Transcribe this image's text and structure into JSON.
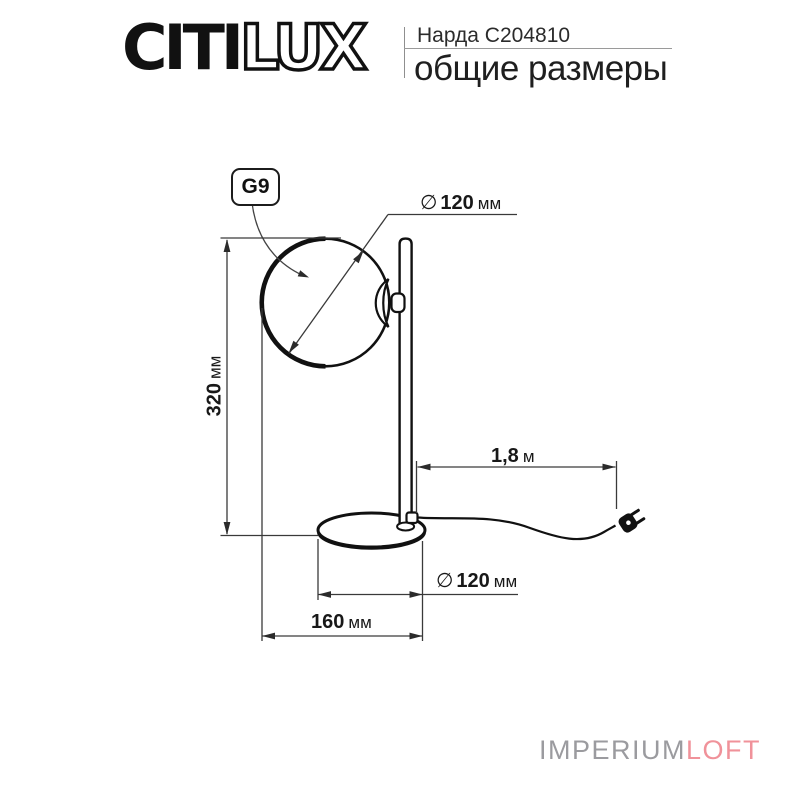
{
  "header": {
    "brand": {
      "part1": "CITI",
      "part2": "LUX"
    },
    "product_name": "Нарда C204810",
    "subtitle": "общие размеры"
  },
  "drawing": {
    "socket_label": "G9",
    "shade_diameter": {
      "symbol": "∅",
      "value": "120",
      "unit": "мм"
    },
    "height": {
      "value": "320",
      "unit": "мм"
    },
    "cord_length": {
      "value": "1,8",
      "unit": "м"
    },
    "base_diameter": {
      "symbol": "∅",
      "value": "120",
      "unit": "мм"
    },
    "base_width": {
      "value": "160",
      "unit": "мм"
    }
  },
  "watermark": {
    "part1": "IMPERIUM",
    "part2": "LOFT"
  },
  "colors": {
    "drawing_line": "#111111",
    "dimension_line": "#3a3a3a",
    "watermark_gray": "#9b9b9f",
    "watermark_pink": "#f0929a"
  }
}
